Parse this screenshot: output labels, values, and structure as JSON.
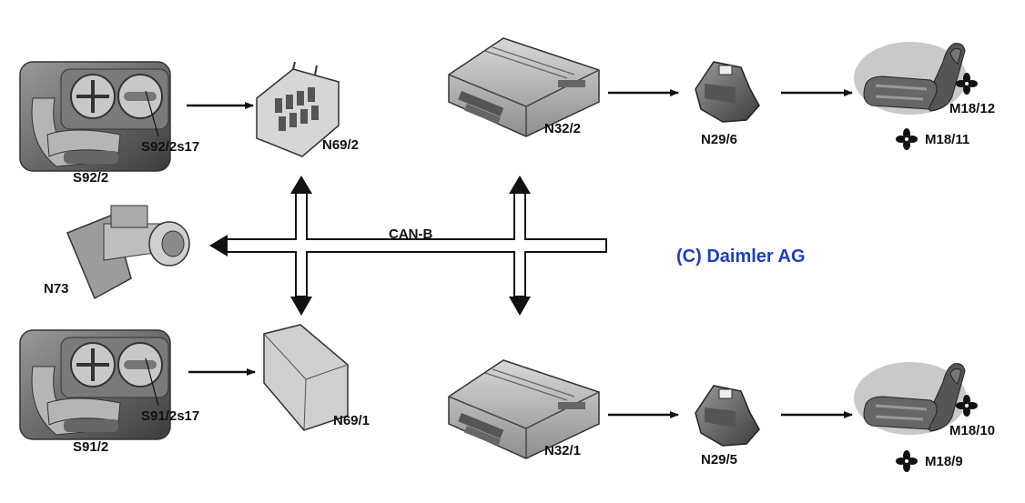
{
  "bus": {
    "label": "CAN-B"
  },
  "copyright": {
    "text": "(C) Daimler AG",
    "color": "#1f3fbf"
  },
  "components": {
    "s92_2": "S92/2",
    "s92_2s17": "S92/2s17",
    "n69_2": "N69/2",
    "n32_2": "N32/2",
    "n29_6": "N29/6",
    "m18_12": "M18/12",
    "m18_11": "M18/11",
    "n73": "N73",
    "s91_2": "S91/2",
    "s91_2s17": "S91/2s17",
    "n69_1": "N69/1",
    "n32_1": "N32/1",
    "n29_5": "N29/5",
    "m18_10": "M18/10",
    "m18_9": "M18/9"
  },
  "icons": {
    "fan": "fan-icon",
    "seat_switch": "seat-adjustment-switch-icon",
    "control_module": "control-module-icon",
    "seat": "seat-icon"
  }
}
